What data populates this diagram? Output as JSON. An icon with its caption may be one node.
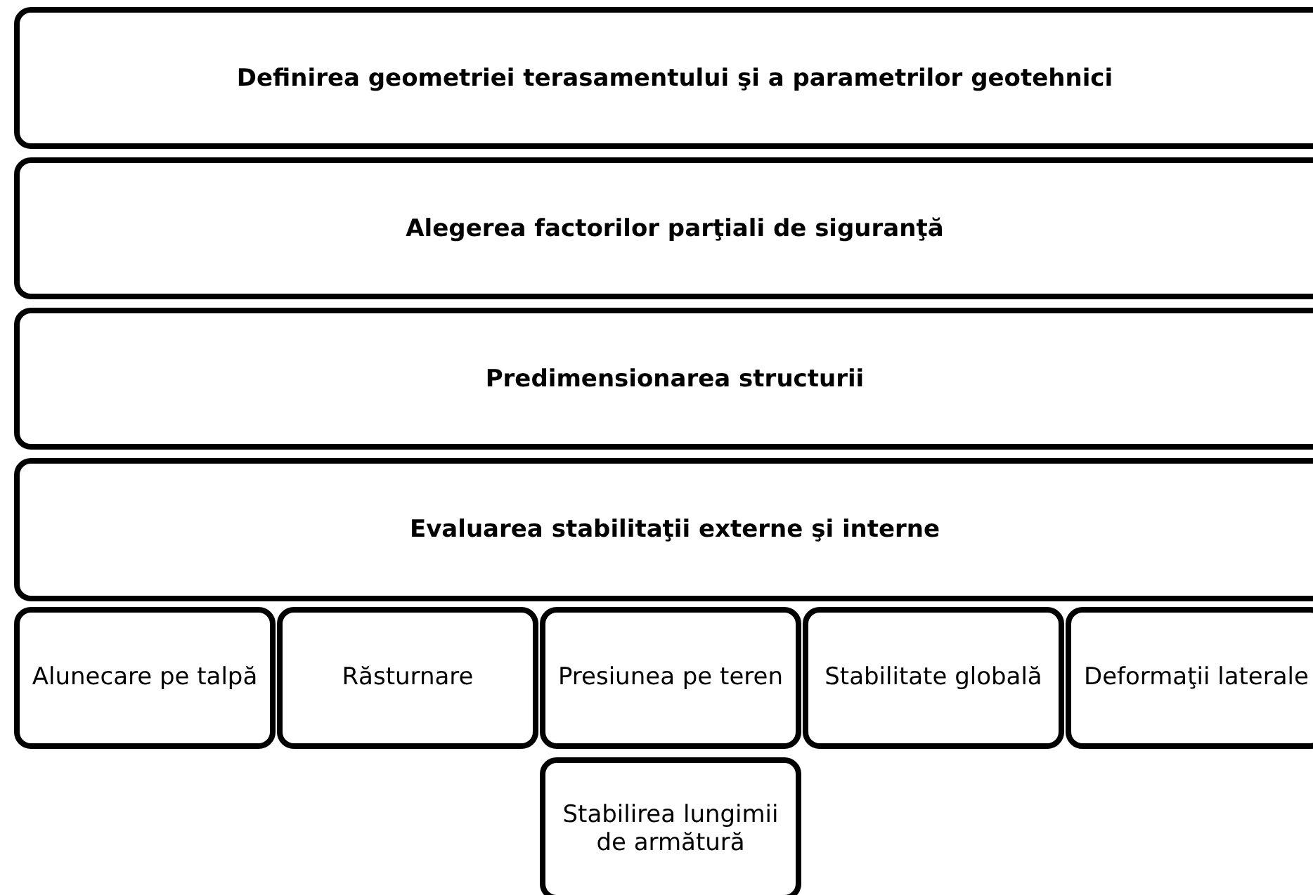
{
  "diagram": {
    "nodes": [
      {
        "text": [
          "Definirea geometriei terasamentului şi a parametrilor geotehnici"
        ]
      },
      {
        "text": [
          "Alegerea factorilor parţiali de siguranţă"
        ]
      },
      {
        "text": [
          "Predimensionarea structurii"
        ]
      },
      {
        "text": [
          "Evaluarea stabilitaţii externe şi interne"
        ]
      },
      {
        "text": [
          "Alunecare pe talpă"
        ]
      },
      {
        "text": [
          "Răsturnare"
        ]
      },
      {
        "text": [
          "Presiunea pe teren"
        ]
      },
      {
        "text": [
          "Stabilitate globală"
        ]
      },
      {
        "text": [
          "Deformaţii laterale"
        ]
      },
      {
        "text": [
          "Stabilirea lungimii de armătură"
        ]
      }
    ]
  }
}
